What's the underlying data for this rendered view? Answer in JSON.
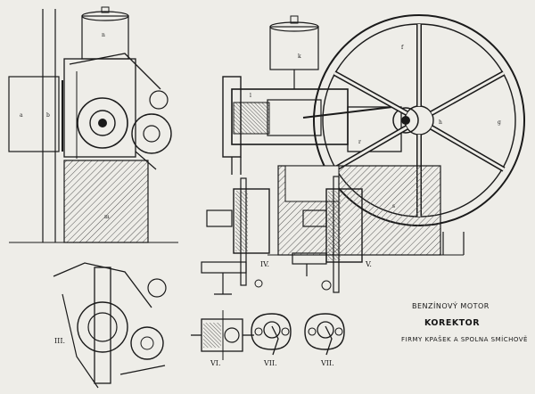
{
  "caption": {
    "line1": "BENZÍNOVÝ MOTOR",
    "line2": "KOREKTOR",
    "line3": "FIRMY KPAŠEK A SPOLNA SMÍCHOVĚ"
  },
  "figure_numbers": {
    "fig_iii": "III.",
    "fig_iv": "IV.",
    "fig_v": "V.",
    "fig_vi": "VI.",
    "fig_vii_a": "VII.",
    "fig_vii_b": "VII."
  },
  "part_labels": {
    "n": "n",
    "a": "a",
    "b": "b",
    "f": "f",
    "g": "g",
    "h": "h",
    "m": "m",
    "r": "r",
    "k": "k",
    "l": "l",
    "s": "s"
  },
  "colors": {
    "paper": "#eeede8",
    "ink": "#1a1a1a",
    "hatch": "#555555"
  }
}
